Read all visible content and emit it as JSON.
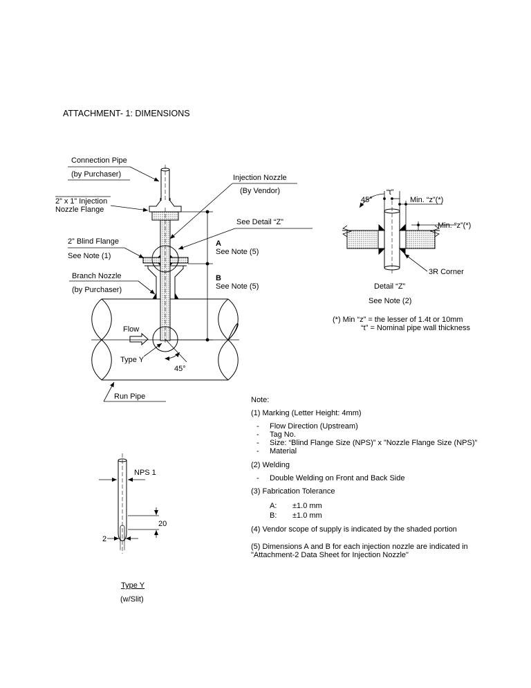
{
  "title": "ATTACHMENT- 1: DIMENSIONS",
  "main_drawing": {
    "connection_pipe": "Connection Pipe",
    "connection_pipe_by": "(by Purchaser)",
    "nozzle_flange_1": "2” x 1” Injection",
    "nozzle_flange_2": "Nozzle Flange",
    "injection_nozzle": "Injection Nozzle",
    "injection_nozzle_by": "(By Vendor)",
    "see_detail_z": "See Detail “Z”",
    "blind_flange": "2” Blind Flange",
    "blind_flange_note": "See Note (1)",
    "dim_a": "A",
    "dim_a_note": "See Note (5)",
    "dim_b": "B",
    "dim_b_note": "See Note (5)",
    "branch_nozzle": "Branch Nozzle",
    "branch_nozzle_by": "(by Purchaser)",
    "flow": "Flow",
    "type_y": "Type Y",
    "angle": "45°",
    "run_pipe": "Run Pipe"
  },
  "detail_z": {
    "angle": "45°",
    "t_label": "“t”",
    "min_z_1": "Min. “z”(*)",
    "min_z_2": "Min. “z”(*)",
    "corner": "3R Corner",
    "title": "Detail “Z”",
    "note": "See Note (2)",
    "footnote_1": "(*) Min “z” = the lesser of 1.4t or 10mm",
    "footnote_2": "“t” = Nominal pipe wall thickness"
  },
  "type_y_detail": {
    "nps": "NPS 1",
    "dim_20": "20",
    "dim_2": "2",
    "title": "Type Y",
    "subtitle": "(w/Slit)"
  },
  "notes": {
    "heading": "Note:",
    "n1": "(1)   Marking (Letter Height: 4mm)",
    "n1_items": [
      "Flow Direction (Upstream)",
      "Tag No.",
      "Size: “Blind Flange Size (NPS)” x ”Nozzle Flange Size (NPS)”",
      "Material"
    ],
    "n2": "(2)   Welding",
    "n2_items": [
      "Double Welding on Front and Back Side"
    ],
    "n3": "(3)   Fabrication Tolerance",
    "tol_a_label": "A:",
    "tol_a_value": "±1.0 mm",
    "tol_b_label": "B:",
    "tol_b_value": "±1.0 mm",
    "n4": "(4) Vendor scope of supply is indicated by the shaded portion",
    "n5_line1": "(5) Dimensions A and B for each injection nozzle are indicated in",
    "n5_line2": "\"Attachment-2 Data Sheet for Injection Nozzle\""
  }
}
